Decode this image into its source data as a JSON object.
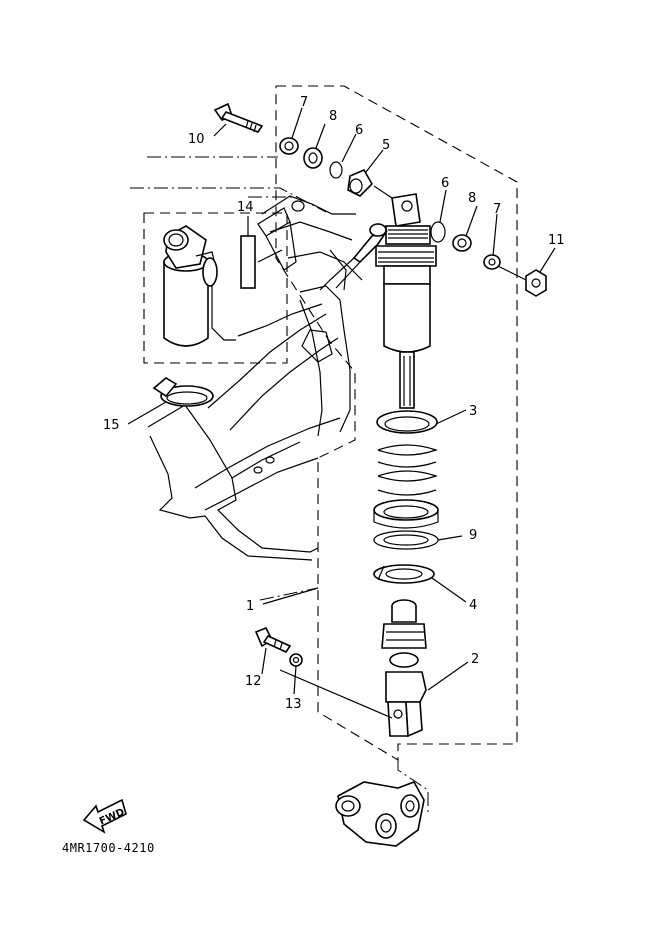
{
  "callouts": [
    {
      "id": "c1",
      "label": "1"
    },
    {
      "id": "c2",
      "label": "2"
    },
    {
      "id": "c3",
      "label": "3"
    },
    {
      "id": "c4",
      "label": "4"
    },
    {
      "id": "c5",
      "label": "5"
    },
    {
      "id": "c6a",
      "label": "6"
    },
    {
      "id": "c6b",
      "label": "6"
    },
    {
      "id": "c7a",
      "label": "7"
    },
    {
      "id": "c7b",
      "label": "7"
    },
    {
      "id": "c8a",
      "label": "8"
    },
    {
      "id": "c8b",
      "label": "8"
    },
    {
      "id": "c9",
      "label": "9"
    },
    {
      "id": "c10",
      "label": "10"
    },
    {
      "id": "c11",
      "label": "11"
    },
    {
      "id": "c12",
      "label": "12"
    },
    {
      "id": "c13",
      "label": "13"
    },
    {
      "id": "c14",
      "label": "14"
    },
    {
      "id": "c15",
      "label": "15"
    }
  ],
  "direction_badge": "FWD",
  "diagram_code": "4MR1700-4210"
}
